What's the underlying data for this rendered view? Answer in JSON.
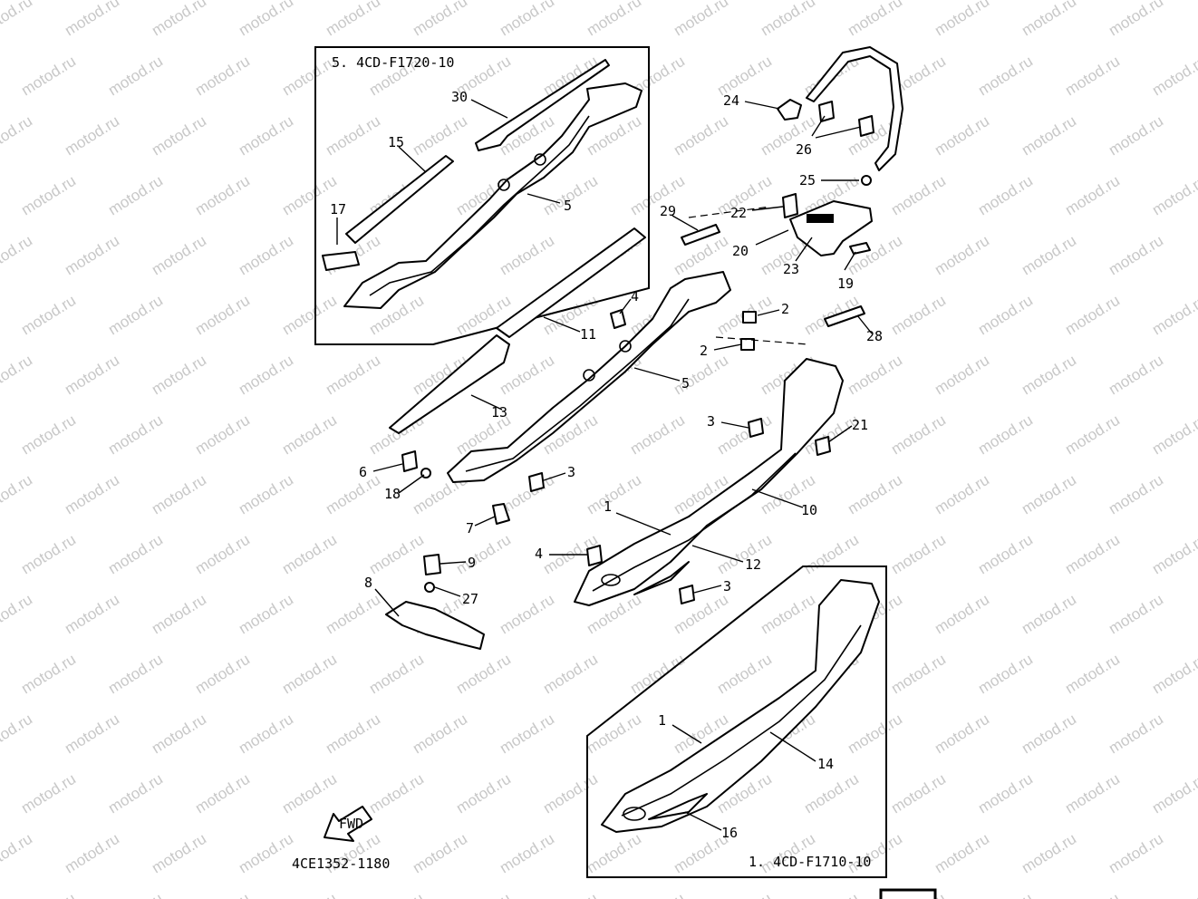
{
  "kit_codes": {
    "upper": "5. 4CD-F1720-10",
    "lower": "1. 4CD-F1710-10"
  },
  "diagram_code": "4CE1352-1180",
  "fwd_label": "FWD",
  "watermark": "motod.ru",
  "callouts": [
    {
      "id": "c30",
      "text": "30"
    },
    {
      "id": "c15",
      "text": "15"
    },
    {
      "id": "c17",
      "text": "17"
    },
    {
      "id": "c5a",
      "text": "5"
    },
    {
      "id": "c24",
      "text": "24"
    },
    {
      "id": "c26",
      "text": "26"
    },
    {
      "id": "c25",
      "text": "25"
    },
    {
      "id": "c22",
      "text": "22"
    },
    {
      "id": "c29",
      "text": "29"
    },
    {
      "id": "c20",
      "text": "20"
    },
    {
      "id": "c23",
      "text": "23"
    },
    {
      "id": "c19",
      "text": "19"
    },
    {
      "id": "c4a",
      "text": "4"
    },
    {
      "id": "c2a",
      "text": "2"
    },
    {
      "id": "c2b",
      "text": "2"
    },
    {
      "id": "c28",
      "text": "28"
    },
    {
      "id": "c11",
      "text": "11"
    },
    {
      "id": "c5b",
      "text": "5"
    },
    {
      "id": "c13",
      "text": "13"
    },
    {
      "id": "c3a",
      "text": "3"
    },
    {
      "id": "c21",
      "text": "21"
    },
    {
      "id": "c6",
      "text": "6"
    },
    {
      "id": "c18",
      "text": "18"
    },
    {
      "id": "c3b",
      "text": "3"
    },
    {
      "id": "c7",
      "text": "7"
    },
    {
      "id": "c1a",
      "text": "1"
    },
    {
      "id": "c10",
      "text": "10"
    },
    {
      "id": "c4b",
      "text": "4"
    },
    {
      "id": "c12",
      "text": "12"
    },
    {
      "id": "c9",
      "text": "9"
    },
    {
      "id": "c3c",
      "text": "3"
    },
    {
      "id": "c8",
      "text": "8"
    },
    {
      "id": "c27",
      "text": "27"
    },
    {
      "id": "c1b",
      "text": "1"
    },
    {
      "id": "c14",
      "text": "14"
    },
    {
      "id": "c16",
      "text": "16"
    }
  ]
}
